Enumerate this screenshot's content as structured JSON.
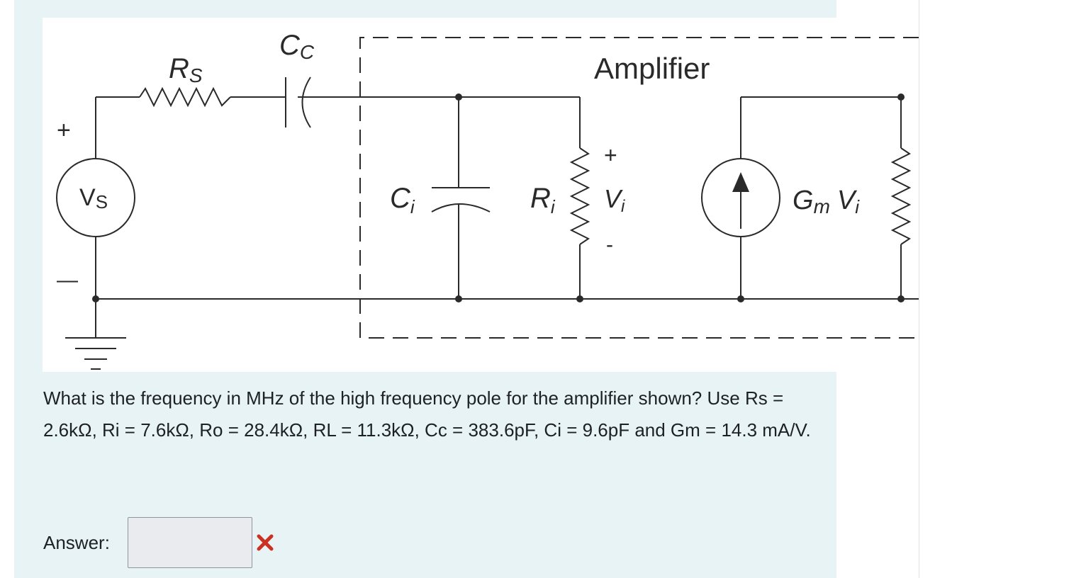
{
  "figure": {
    "title": "Amplifier",
    "labels": {
      "rs_main": "R",
      "rs_sub": "S",
      "cc_main": "C",
      "cc_sub": "C",
      "vs_main": "V",
      "vs_sub": "S",
      "plus": "+",
      "minus": "—",
      "ci_main": "C",
      "ci_sub": "i",
      "ri_main": "R",
      "ri_sub": "i",
      "vi_plus": "+",
      "vi_main": "V",
      "vi_sub": "i",
      "vi_minus": "-",
      "gm_main": "G",
      "gm_sub": "m",
      "gm_v_main": "V",
      "gm_v_sub": "i"
    }
  },
  "question": {
    "text": "What is the frequency in MHz of the high frequency pole for the amplifier shown? Use Rs = 2.6kΩ, Ri = 7.6kΩ, Ro = 28.4kΩ, RL = 11.3kΩ, Cc = 383.6pF, Ci = 9.6pF and Gm = 14.3 mA/V."
  },
  "answer": {
    "label": "Answer:",
    "value": "",
    "status_icon": "incorrect-cross-icon",
    "status_color": "#ca3120"
  }
}
